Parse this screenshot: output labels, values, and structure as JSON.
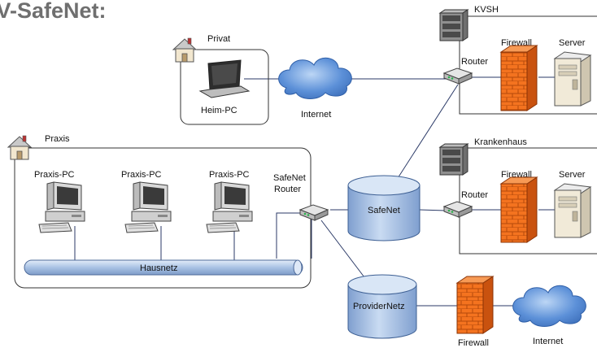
{
  "title": "KV-SafeNet:",
  "privat": {
    "label": "Privat",
    "pc": "Heim-PC",
    "internet": "Internet"
  },
  "kvsh": {
    "label": "KVSH",
    "router": "Router",
    "firewall": "Firewall",
    "server": "Server"
  },
  "krankenhaus": {
    "label": "Krankenhaus",
    "router": "Router",
    "firewall": "Firewall",
    "server": "Server"
  },
  "praxis": {
    "label": "Praxis",
    "pcs": [
      "Praxis-PC",
      "Praxis-PC",
      "Praxis-PC"
    ],
    "hausnetz": "Hausnetz",
    "router_line1": "SafeNet",
    "router_line2": "Router"
  },
  "safenet": "SafeNet",
  "providernetz": "ProviderNetz",
  "provider_firewall": "Firewall",
  "provider_internet": "Internet",
  "colors": {
    "firewall": "#f26a1b",
    "cloud": "#5b8fd6",
    "cylinder": "#aec6e8",
    "bus": "#b9cfe9",
    "title": "#6f6f6f"
  }
}
